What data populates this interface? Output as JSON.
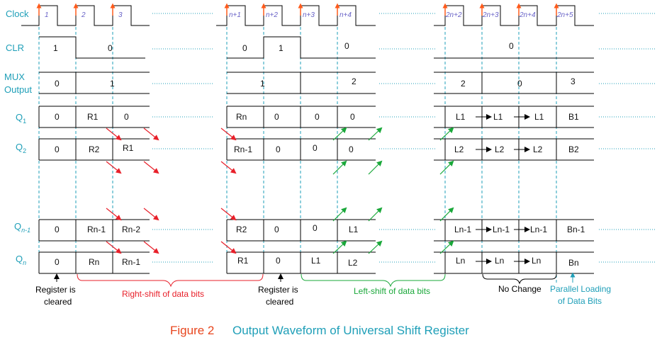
{
  "signals": {
    "clock": "Clock",
    "clr": "CLR",
    "mux_line1": "MUX",
    "mux_line2": "Output",
    "q1": "Q1",
    "q2": "Q2",
    "qn1": "Qn-1",
    "qn": "Qn"
  },
  "clock_numbers": [
    "1",
    "2",
    "3",
    "n+1",
    "n+2",
    "n+3",
    "n+4",
    "2n+2",
    "2n+3",
    "2n+4",
    "2n+5"
  ],
  "clr_values": [
    "1",
    "0",
    "0",
    "1",
    "0",
    "0"
  ],
  "mux_values": [
    "0",
    "1",
    "1",
    "2",
    "2",
    "0",
    "3"
  ],
  "q1_values": [
    "0",
    "R1",
    "0",
    "Rn",
    "0",
    "0",
    "0",
    "L1",
    "L1",
    "L1",
    "B1"
  ],
  "q2_values": [
    "0",
    "R2",
    "R1",
    "Rn-1",
    "0",
    "0",
    "0",
    "L2",
    "L2",
    "L2",
    "B2"
  ],
  "qn1_values": [
    "0",
    "Rn-1",
    "Rn-2",
    "R2",
    "0",
    "0",
    "L1",
    "Ln-1",
    "Ln-1",
    "Ln-1",
    "Bn-1"
  ],
  "qn_values": [
    "0",
    "Rn",
    "Rn-1",
    "R1",
    "0",
    "L1",
    "L2",
    "Ln",
    "Ln",
    "Ln",
    "Bn"
  ],
  "annotations": {
    "register_cleared_1": "Register is",
    "register_cleared_2": "cleared",
    "right_shift": "Right-shift of data bits",
    "left_shift": "Left-shift of data bits",
    "no_change": "No Change",
    "parallel_1": "Parallel Loading",
    "parallel_2": "of Data Bits"
  },
  "caption": {
    "figure": "Figure 2",
    "title": "Output Waveform of Universal Shift Register"
  },
  "colors": {
    "label": "#1f9fb8",
    "red_arrow": "#e8202a",
    "green_arrow": "#1aa83a",
    "caption_figure": "#e8461e",
    "caption_title": "#1f9fb8",
    "clock_edge": "#ff5a1a"
  }
}
